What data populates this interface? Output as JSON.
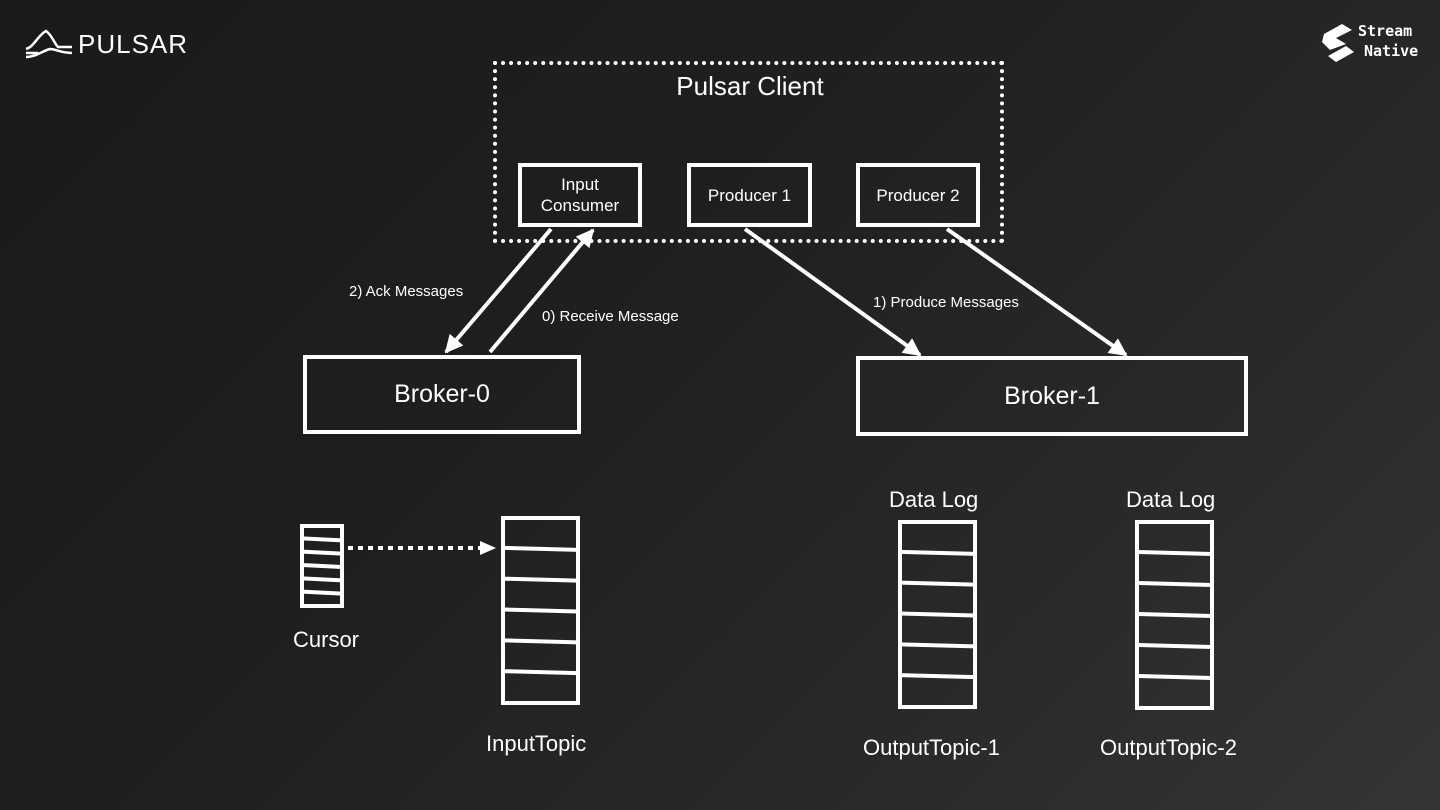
{
  "logos": {
    "pulsar": {
      "icon": "pulsar-mountain-icon",
      "text": "PULSAR"
    },
    "streamnative": {
      "icon": "streamnative-s-icon",
      "line1": "Stream",
      "line2": "Native"
    }
  },
  "client": {
    "title": "Pulsar Client",
    "components": [
      {
        "id": "input-consumer",
        "line1": "Input",
        "line2": "Consumer"
      },
      {
        "id": "producer-1",
        "label": "Producer 1"
      },
      {
        "id": "producer-2",
        "label": "Producer 2"
      }
    ]
  },
  "brokers": [
    {
      "id": "broker-0",
      "label": "Broker-0"
    },
    {
      "id": "broker-1",
      "label": "Broker-1"
    }
  ],
  "edges": [
    {
      "from": "input-consumer",
      "to": "broker-0",
      "label": "2) Ack Messages"
    },
    {
      "from": "broker-0",
      "to": "input-consumer",
      "label": "0) Receive Message"
    },
    {
      "from": "producer-1",
      "to": "broker-1",
      "label": "1) Produce Messages"
    },
    {
      "from": "producer-2",
      "to": "broker-1",
      "label": ""
    },
    {
      "from": "cursor",
      "to": "input-topic",
      "label": "",
      "style": "dotted"
    }
  ],
  "storage": {
    "cursor": {
      "label": "Cursor",
      "segments": 6
    },
    "input_topic": {
      "label": "InputTopic",
      "segments": 6
    },
    "output_topic_1": {
      "header": "Data Log",
      "label": "OutputTopic-1",
      "segments": 6
    },
    "output_topic_2": {
      "header": "Data Log",
      "label": "OutputTopic-2",
      "segments": 6
    }
  }
}
